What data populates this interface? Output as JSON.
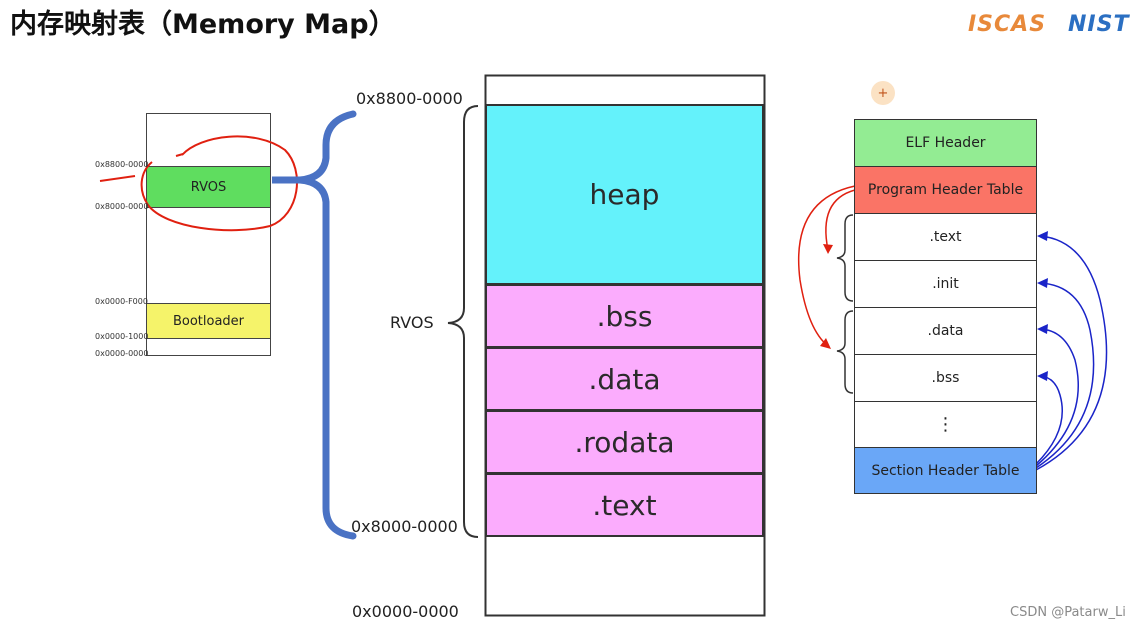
{
  "title": "内存映射表（Memory Map）",
  "logos": {
    "left": "ISCAS",
    "right": "NIST"
  },
  "watermark": "CSDN @Patarw_Li",
  "overview": {
    "addr_top": "0x8800-0000",
    "rvos": "RVOS",
    "addr_rvos_bottom": "0x8000-0000",
    "addr_boot_top": "0x0000-F000",
    "bootloader": "Bootloader",
    "addr_boot_bottom": "0x0000-1000",
    "addr_zero": "0x0000-0000"
  },
  "detail": {
    "addr_top": "0x8800-0000",
    "rvos_label": "RVOS",
    "addr_rvos_bottom": "0x8000-0000",
    "addr_zero": "0x0000-0000",
    "segments": [
      "heap",
      ".bss",
      ".data",
      ".rodata",
      ".text"
    ]
  },
  "elf": {
    "marker": "+",
    "elf_header": "ELF Header",
    "program_header_table": "Program Header Table",
    "sections": [
      ".text",
      ".init",
      ".data",
      ".bss"
    ],
    "ellipsis": "⋮",
    "section_header_table": "Section Header Table"
  },
  "colors": {
    "rvos_green": "#5fdd5f",
    "bootloader_yellow": "#f5f36a",
    "heap_cyan": "#64f2fb",
    "segment_pink": "#fbacfd",
    "elf_header_green": "#93ec93",
    "pht_red": "#fa7466",
    "sht_blue": "#6aa7f7",
    "brace_blue": "#4a72c4",
    "arrow_red": "#e02010",
    "arrow_blue": "#1a24c8"
  }
}
